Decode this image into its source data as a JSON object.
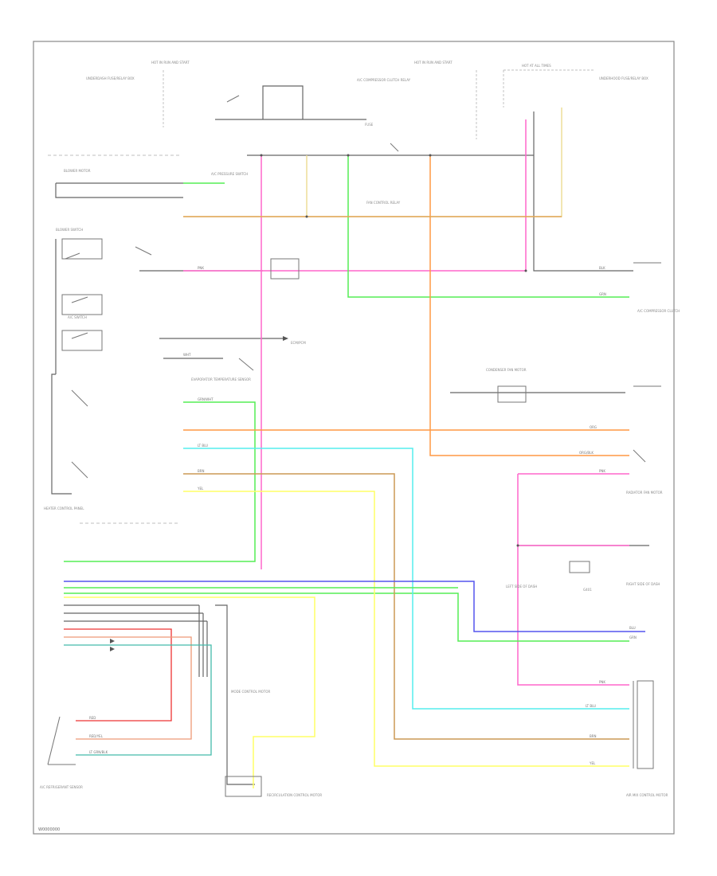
{
  "diagram": {
    "footer_code": "W0000000",
    "labels": {
      "hot_run_start_left": "HOT IN RUN AND START",
      "hot_run_start_right": "HOT IN RUN AND START",
      "hot_at_all_times": "HOT AT ALL TIMES",
      "underdash_fuse_box_left": "UNDERDASH FUSE/RELAY BOX",
      "ac_compressor_relay": "A/C COMPRESSOR CLUTCH RELAY",
      "underhood_fuse_box": "UNDERHOOD FUSE/RELAY BOX",
      "fan_control_relay": "FAN CONTROL RELAY",
      "blower_motor": "BLOWER MOTOR",
      "ac_pressure_switch": "A/C PRESSURE SWITCH",
      "ac_compressor_clutch": "A/C COMPRESSOR CLUTCH",
      "fuse_rel": "FUSE",
      "blower_switch": "BLOWER SWITCH",
      "ecm_pcm": "ECM/PCM",
      "ac_switch": "A/C SWITCH",
      "evap_temp_sensor": "EVAPORATOR TEMPERATURE SENSOR",
      "heater_control_panel": "HEATER CONTROL PANEL",
      "condenser_fan_motor": "CONDENSER FAN MOTOR",
      "radiator_fan_motor": "RADIATOR FAN MOTOR",
      "ac_refrigerant_sensor": "A/C REFRIGERANT SENSOR",
      "recirc_control_motor": "RECIRCULATION CONTROL MOTOR",
      "mode_control_motor": "MODE CONTROL MOTOR",
      "air_mix_control_motor": "AIR MIX CONTROL MOTOR",
      "left_dash": "LEFT SIDE OF DASH",
      "right_dash": "RIGHT SIDE OF DASH",
      "ground_g401": "G401"
    },
    "wires": {
      "pnk": "PNK",
      "grn": "GRN",
      "org": "ORG",
      "ltblu": "LT BLU",
      "brn": "BRN",
      "yel": "YEL",
      "blu": "BLU",
      "wht": "WHT",
      "blk": "BLK",
      "red": "RED",
      "grnwht": "GRN/WHT",
      "orgblk": "ORG/BLK",
      "ltgrnblk": "LT GRN/BLK",
      "redyel": "RED/YEL"
    },
    "colors": {
      "pink": "#ff66cc",
      "green": "#55ee55",
      "orange": "#ff9944",
      "light_blue": "#55eeee",
      "brown": "#cc9955",
      "yellow": "#ffff66",
      "blue": "#5555ee",
      "tan": "#eedd99",
      "red": "#ee3333",
      "teal": "#44bbaa",
      "gray": "#666666"
    }
  }
}
